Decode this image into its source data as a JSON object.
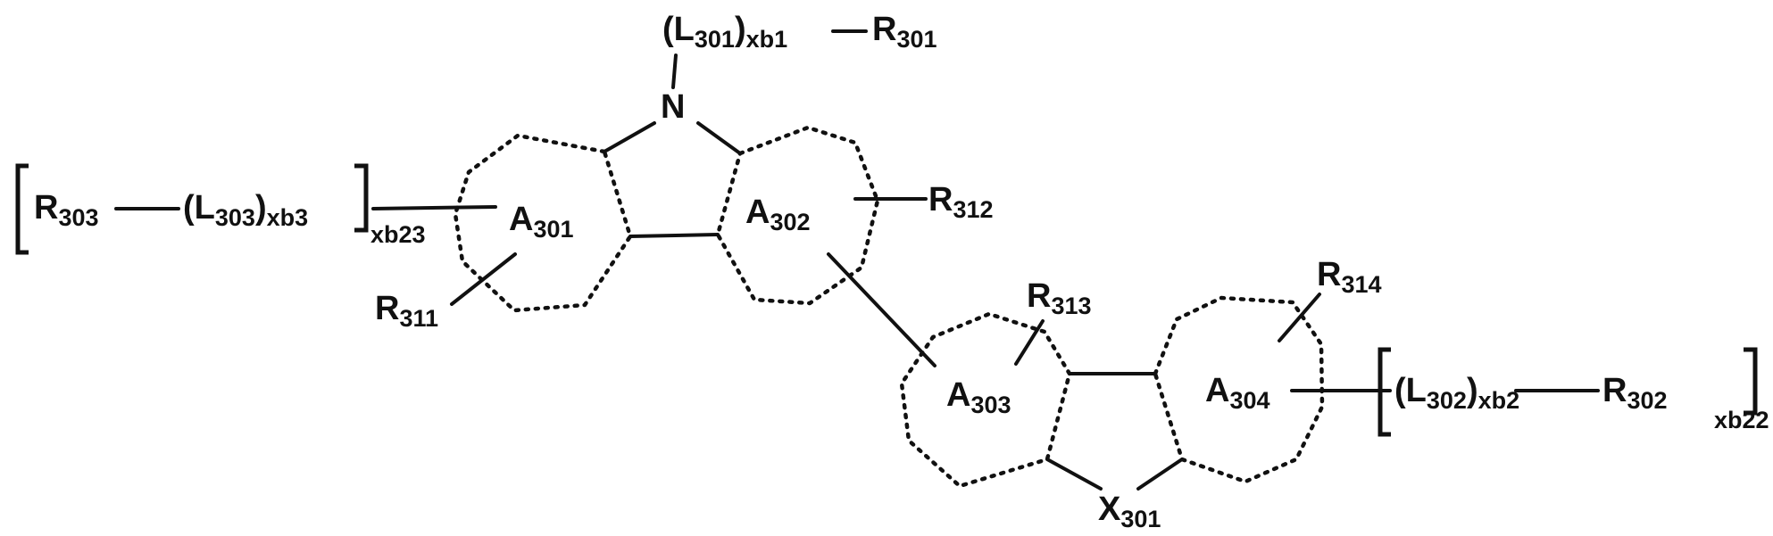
{
  "structure": {
    "top_substituent": {
      "open": "(L",
      "l_sub": "301",
      "close": ")",
      "count": "xb1",
      "r": "R",
      "r_sub": "301"
    },
    "nitrogen": "N",
    "ring_a301": {
      "letter": "A",
      "sub": "301"
    },
    "ring_a302": {
      "letter": "A",
      "sub": "302"
    },
    "ring_a303": {
      "letter": "A",
      "sub": "303"
    },
    "ring_a304": {
      "letter": "A",
      "sub": "304"
    },
    "left_group": {
      "r": "R",
      "r_sub": "303",
      "open": "(L",
      "l_sub": "303",
      "close": ")",
      "count": "xb3",
      "outer_count": "xb23"
    },
    "right_group": {
      "open": "(L",
      "l_sub": "302",
      "close": ")",
      "count": "xb2",
      "r": "R",
      "r_sub": "302",
      "outer_count": "xb22"
    },
    "r311": {
      "r": "R",
      "sub": "311"
    },
    "r312": {
      "r": "R",
      "sub": "312"
    },
    "r313": {
      "r": "R",
      "sub": "313"
    },
    "r314": {
      "r": "R",
      "sub": "314"
    },
    "x301": {
      "x": "X",
      "sub": "301"
    }
  }
}
